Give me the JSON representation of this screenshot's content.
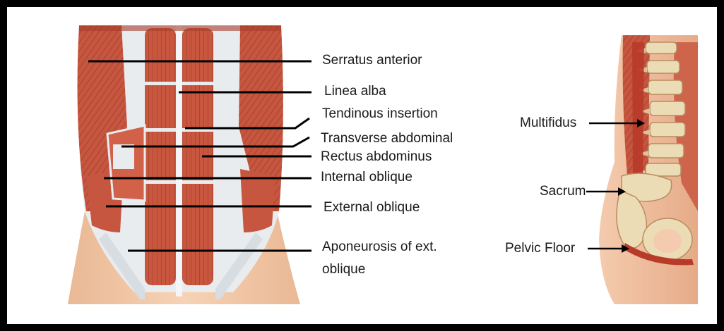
{
  "left_labels": [
    {
      "key": "serratus",
      "text": "Serratus anterior"
    },
    {
      "key": "linea",
      "text": "Linea alba"
    },
    {
      "key": "tendinous",
      "text": "Tendinous insertion"
    },
    {
      "key": "transverse",
      "text": "Transverse abdominal"
    },
    {
      "key": "rectus",
      "text": "Rectus abdominus"
    },
    {
      "key": "internal",
      "text": "Internal oblique"
    },
    {
      "key": "external",
      "text": "External oblique"
    },
    {
      "key": "aponeurosis1",
      "text": "Aponeurosis of ext."
    },
    {
      "key": "aponeurosis2",
      "text": "oblique"
    }
  ],
  "right_labels": [
    {
      "key": "multifidus",
      "text": "Multifidus"
    },
    {
      "key": "sacrum",
      "text": "Sacrum"
    },
    {
      "key": "pelvic",
      "text": "Pelvic Floor"
    }
  ],
  "colors": {
    "frame": "#000000",
    "muscle": "#c9573f",
    "muscle_dark": "#a63d2a",
    "fascia": "#e9ecef",
    "skin": "#f2c6a4",
    "bone": "#ecdcb6",
    "leader": "#000000"
  }
}
